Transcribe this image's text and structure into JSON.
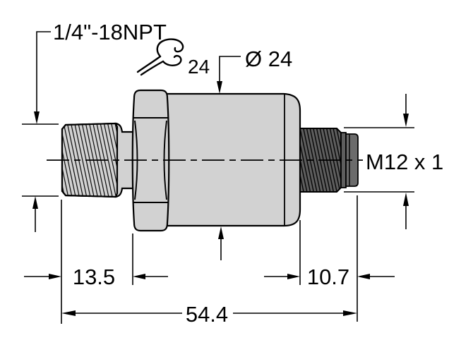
{
  "drawing": {
    "kind": "technical-dimension-drawing",
    "labels": {
      "process_thread": "1/4\"-18NPT",
      "wrench_size": "24",
      "body_diameter": "Ø 24",
      "connector_thread": "M12 x 1"
    },
    "dimensions": {
      "thread_length": "13.5",
      "connector_length": "10.7",
      "total_length": "54.4"
    },
    "colors": {
      "background": "#ffffff",
      "body_fill": "#d2d2d2",
      "connector_fill": "#5e5e5e",
      "connector_tip_fill": "#6b6b6b",
      "line": "#000000"
    }
  }
}
